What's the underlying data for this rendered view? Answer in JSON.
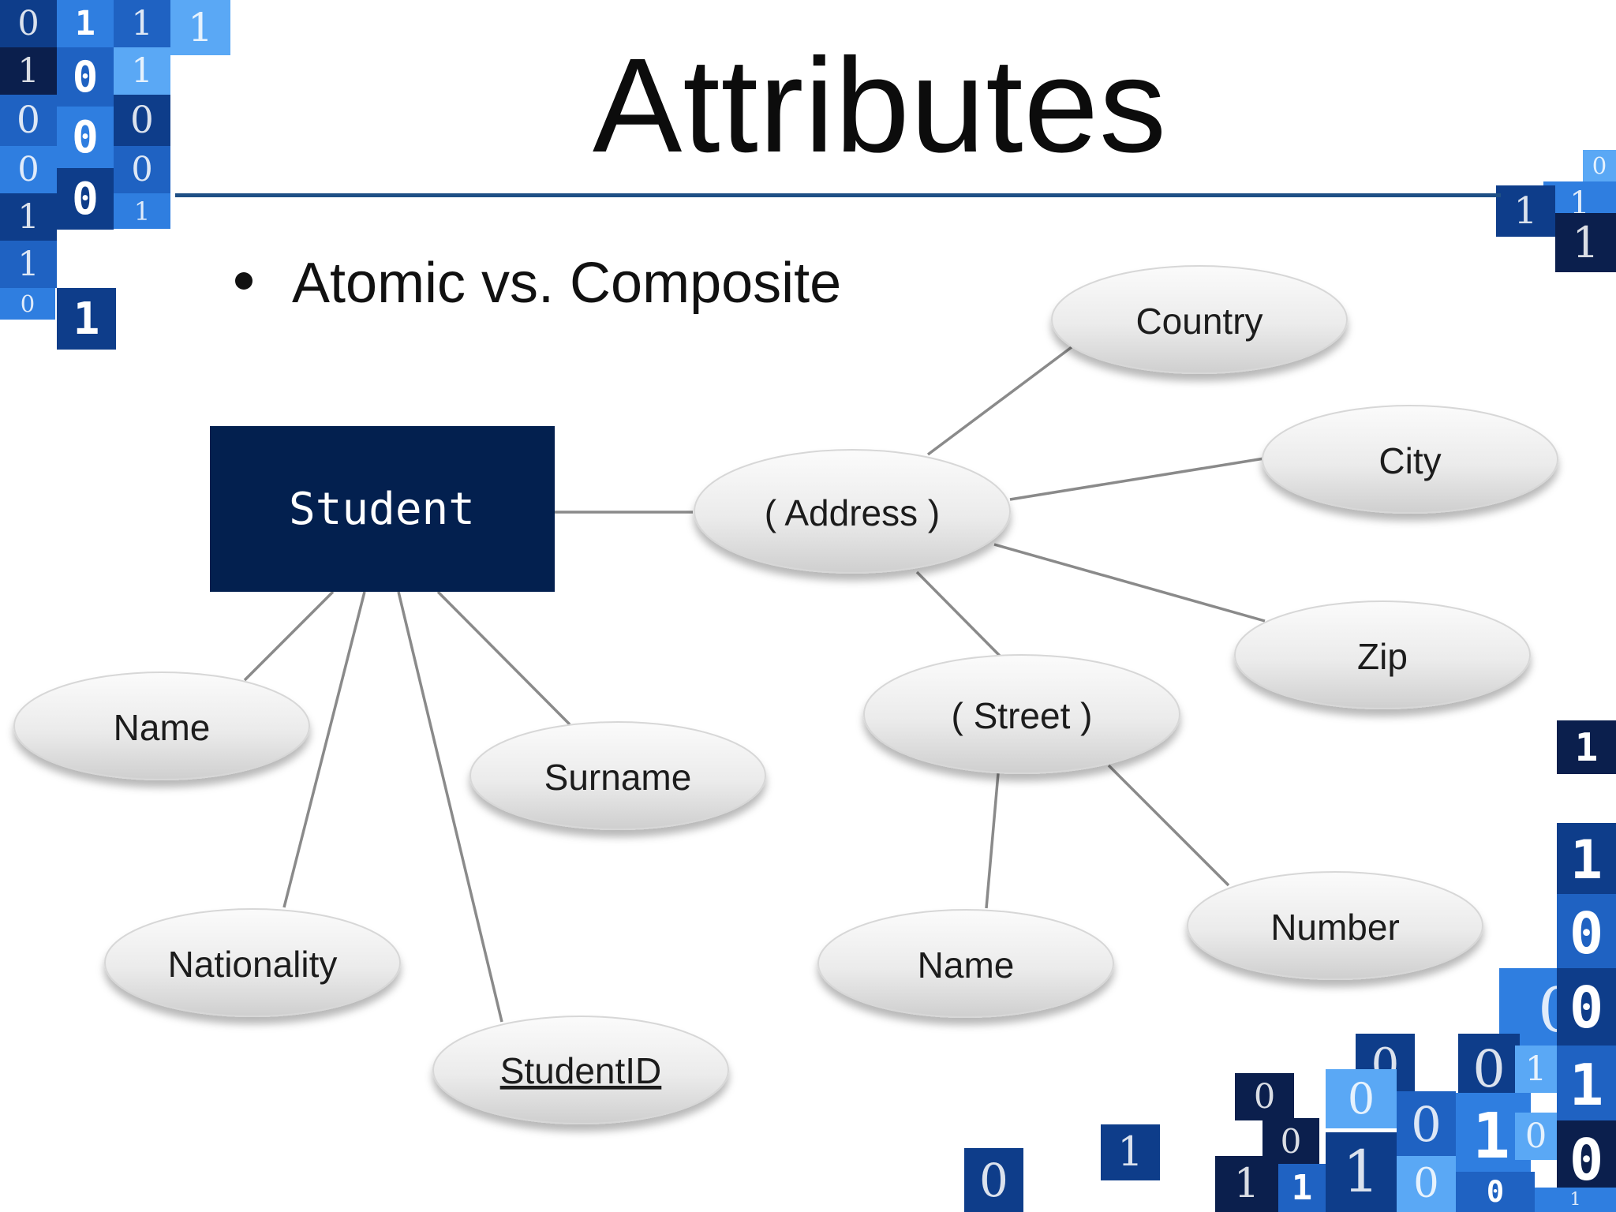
{
  "slide": {
    "title": "Attributes",
    "bullet": "Atomic vs. Composite",
    "colors": {
      "rule": "#1e4f85",
      "entity_fill": "#03204f",
      "attribute_fill": "#e8e8e8",
      "connector": "#8a8a8a",
      "tile_blues": [
        "#0b1f4d",
        "#0e3d8a",
        "#1f62c2",
        "#2f7ee0",
        "#5aa8f5"
      ]
    }
  },
  "diagram": {
    "entity": {
      "label": "Student"
    },
    "attributes": [
      {
        "id": "name",
        "label": "Name"
      },
      {
        "id": "surname",
        "label": "Surname"
      },
      {
        "id": "nationality",
        "label": "Nationality"
      },
      {
        "id": "studentid",
        "label": "StudentID",
        "key": true
      },
      {
        "id": "address",
        "label": "( Address )",
        "composite": true
      },
      {
        "id": "country",
        "label": "Country"
      },
      {
        "id": "city",
        "label": "City"
      },
      {
        "id": "zip",
        "label": "Zip"
      },
      {
        "id": "street",
        "label": "( Street )",
        "composite": true
      },
      {
        "id": "street-name",
        "label": "Name"
      },
      {
        "id": "number",
        "label": "Number"
      }
    ],
    "relationships": [
      {
        "from": "Student",
        "to": "Name"
      },
      {
        "from": "Student",
        "to": "Surname"
      },
      {
        "from": "Student",
        "to": "Nationality"
      },
      {
        "from": "Student",
        "to": "StudentID"
      },
      {
        "from": "Student",
        "to": "( Address )"
      },
      {
        "from": "( Address )",
        "to": "Country"
      },
      {
        "from": "( Address )",
        "to": "City"
      },
      {
        "from": "( Address )",
        "to": "Zip"
      },
      {
        "from": "( Address )",
        "to": "( Street )"
      },
      {
        "from": "( Street )",
        "to": "Name"
      },
      {
        "from": "( Street )",
        "to": "Number"
      }
    ]
  },
  "decor": {
    "icon": "binary-tile-pattern",
    "tile_glyphs": [
      "0",
      "1"
    ]
  }
}
